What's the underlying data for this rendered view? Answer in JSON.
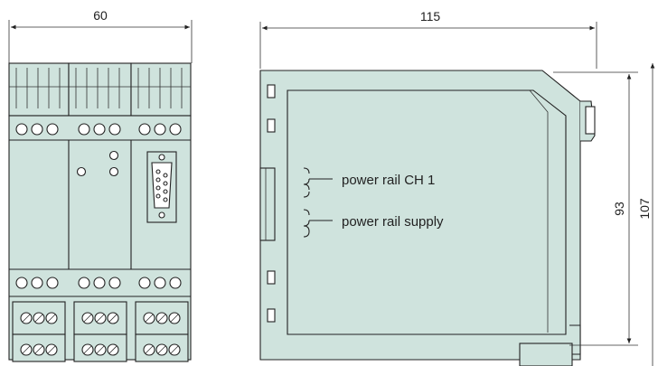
{
  "dimensions": {
    "front_width": "60",
    "side_width": "115",
    "height_inner": "93",
    "height_outer": "107"
  },
  "labels": {
    "power_rail_ch1": "power rail CH 1",
    "power_rail_supply": "power rail supply"
  },
  "colors": {
    "housing": "#cfe3dd",
    "outline": "#222222"
  }
}
